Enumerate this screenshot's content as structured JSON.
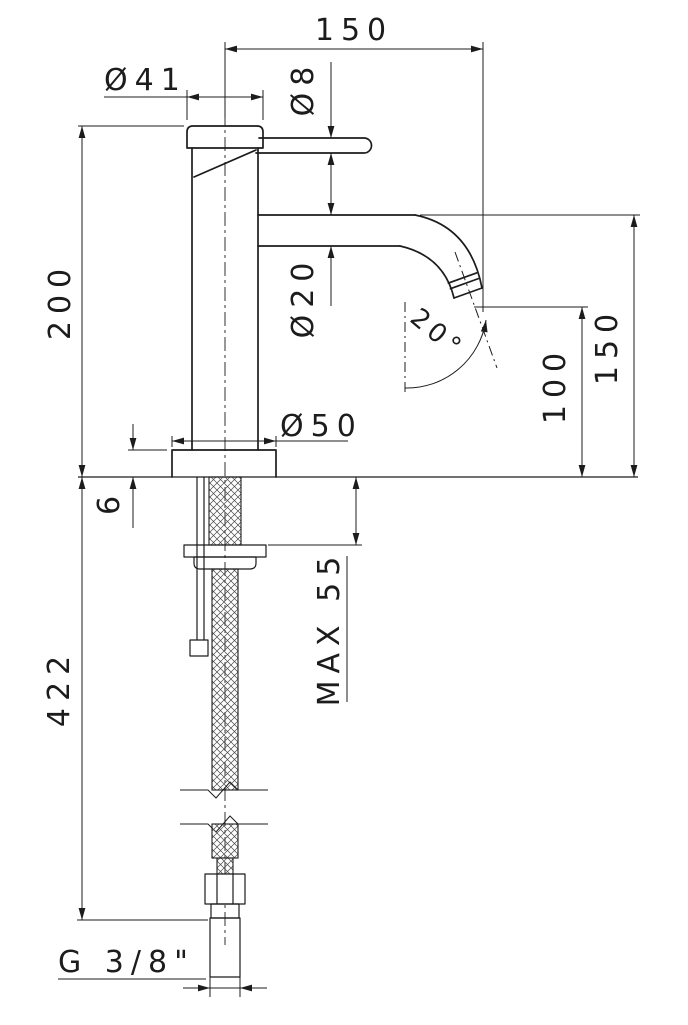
{
  "drawing": {
    "type": "dimensioned technical drawing",
    "subject": "single-lever basin mixer tap, side elevation with below-deck supply hose",
    "units_implied": "mm",
    "line_color": "#1c1c1c",
    "background": "#ffffff"
  },
  "dim": {
    "spout_reach": "150",
    "body_dia": "Ø41",
    "handle_dia": "Ø8",
    "height": "200",
    "spout_dia": "Ø20",
    "angle": "20°",
    "outlet_height": "100",
    "spout_height": "150",
    "base_dia": "Ø50",
    "base_height": "6",
    "max_thickness": "MAX 55",
    "hose_length": "422",
    "thread": "G 3/8\""
  }
}
